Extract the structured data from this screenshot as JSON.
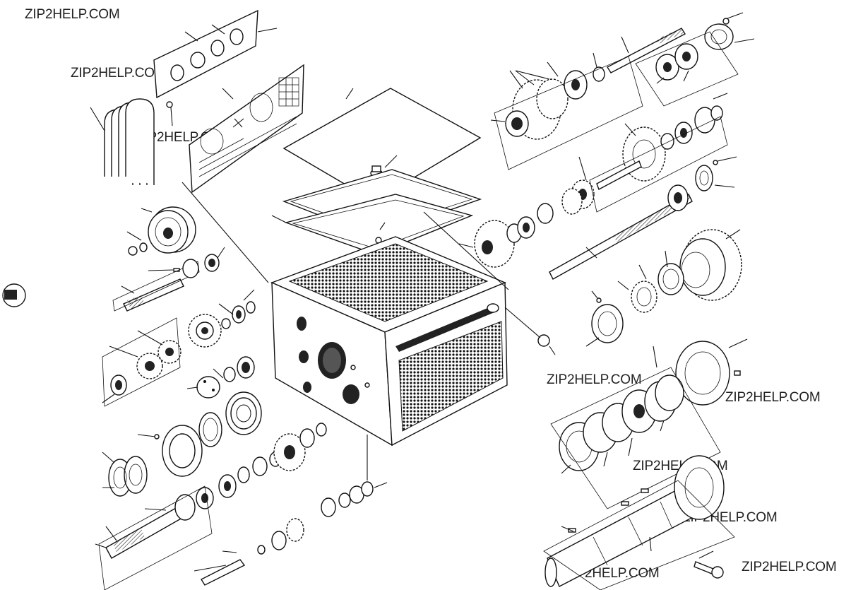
{
  "watermarks": [
    {
      "text": "ZIP2HELP.COM"
    },
    {
      "text": "ZIP2HELP.COM"
    },
    {
      "text": "ZIP2HELP.COM"
    },
    {
      "text": "ZIP2HELP.COM"
    },
    {
      "text": "ZIP2HELP.COM"
    },
    {
      "text": "ZIP2HELP.COM"
    },
    {
      "text": "ZIP2HELP.COM"
    },
    {
      "text": "2HELP.COM"
    },
    {
      "text": "ZIP2HELP.COM"
    }
  ],
  "palette": {
    "ink": "#111111",
    "paper": "#ffffff",
    "shade": "#222222"
  }
}
